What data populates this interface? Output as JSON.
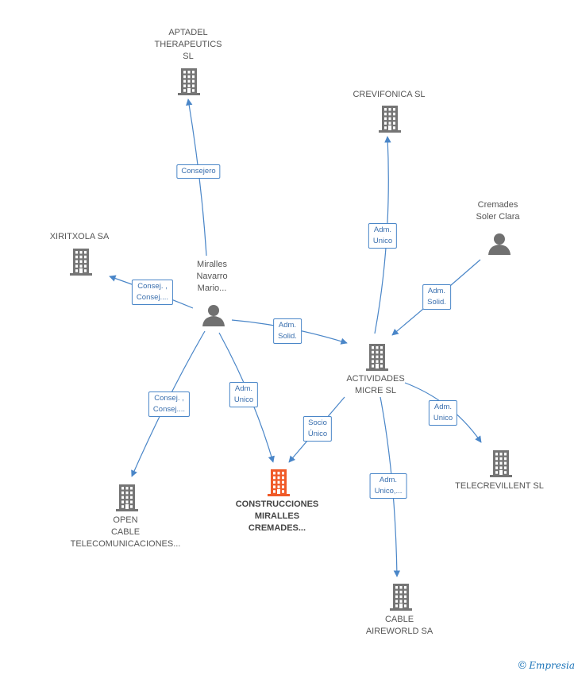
{
  "nodes": {
    "aptadel": {
      "lines": [
        "APTADEL",
        "THERAPEUTICS",
        "SL"
      ],
      "type": "company"
    },
    "crevifonica": {
      "lines": [
        "CREVIFONICA SL"
      ],
      "type": "company"
    },
    "cremades": {
      "lines": [
        "Cremades",
        "Soler Clara"
      ],
      "type": "person"
    },
    "xiritxola": {
      "lines": [
        "XIRITXOLA SA"
      ],
      "type": "company"
    },
    "miralles": {
      "lines": [
        "Miralles",
        "Navarro",
        "Mario..."
      ],
      "type": "person"
    },
    "actividades": {
      "lines": [
        "ACTIVIDADES",
        "MICRE  SL"
      ],
      "type": "company"
    },
    "telecrevillent": {
      "lines": [
        "TELECREVILLENT SL"
      ],
      "type": "company"
    },
    "construcciones": {
      "lines": [
        "CONSTRUCCIONES",
        "MIRALLES",
        "CREMADES..."
      ],
      "type": "focus"
    },
    "open": {
      "lines": [
        "OPEN",
        "CABLE",
        "TELECOMUNICACIONES..."
      ],
      "type": "company"
    },
    "cable": {
      "lines": [
        "CABLE",
        "AIREWORLD SA"
      ],
      "type": "company"
    }
  },
  "edges": [
    {
      "from": "miralles",
      "to": "aptadel",
      "label": [
        "Consejero"
      ]
    },
    {
      "from": "miralles",
      "to": "xiritxola",
      "label": [
        "Consej. ,",
        "Consej...."
      ]
    },
    {
      "from": "miralles",
      "to": "actividades",
      "label": [
        "Adm.",
        "Solid."
      ]
    },
    {
      "from": "miralles",
      "to": "open",
      "label": [
        "Consej. ,",
        "Consej...."
      ]
    },
    {
      "from": "miralles",
      "to": "construcciones",
      "label": [
        "Adm.",
        "Unico"
      ]
    },
    {
      "from": "actividades",
      "to": "crevifonica",
      "label": [
        "Adm.",
        "Unico"
      ]
    },
    {
      "from": "cremades",
      "to": "actividades",
      "label": [
        "Adm.",
        "Solid."
      ]
    },
    {
      "from": "actividades",
      "to": "construcciones",
      "label": [
        "Socio",
        "Único"
      ]
    },
    {
      "from": "actividades",
      "to": "telecrevillent",
      "label": [
        "Adm.",
        "Unico"
      ]
    },
    {
      "from": "actividades",
      "to": "cable",
      "label": [
        "Adm.",
        "Unico,..."
      ]
    }
  ],
  "colors": {
    "edge": "#4a86c8",
    "company": "#757575",
    "focus": "#f05a28",
    "person": "#707070"
  },
  "watermark": {
    "symbol": "©",
    "text": "Empresia"
  }
}
